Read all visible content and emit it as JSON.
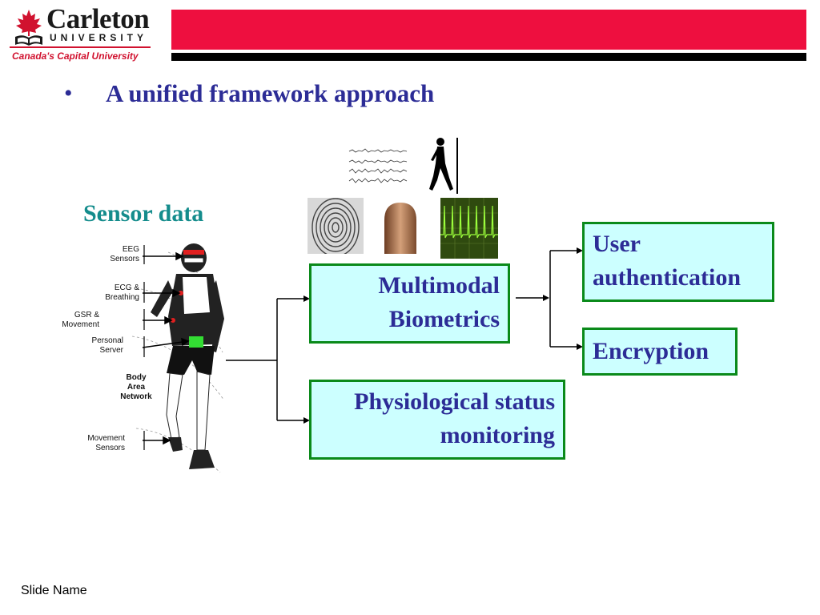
{
  "header": {
    "logo_name": "Carleton",
    "logo_university": "UNIVERSITY",
    "logo_tagline": "Canada's Capital University",
    "accent_color": "#ee0f3f"
  },
  "slide": {
    "bullet": "•",
    "title": "A unified framework approach",
    "sensor_label": "Sensor data"
  },
  "figure_labels": {
    "eeg": [
      "EEG",
      "Sensors"
    ],
    "ecg": [
      "ECG &",
      "Breathing"
    ],
    "gsr": [
      "GSR &",
      "Movement"
    ],
    "server": [
      "Personal",
      "Server"
    ],
    "ban": [
      "Body",
      "Area",
      "Network"
    ],
    "movement": [
      "Movement",
      "Sensors"
    ]
  },
  "boxes": {
    "multimodal": [
      "Multimodal",
      "Biometrics"
    ],
    "physiological": [
      "Physiological status",
      "monitoring"
    ],
    "authentication": [
      "User",
      "authentication"
    ],
    "encryption": "Encryption"
  },
  "footer": "Slide Name",
  "colors": {
    "title_blue": "#2c2c96",
    "box_border": "#0a8a1a",
    "box_fill": "#ccffff",
    "teal": "#148c8c"
  },
  "icons": [
    "maple-leaf-book-logo",
    "walking-person-icon",
    "fingerprint-icon",
    "fingertip-icon",
    "ecg-waveform-icon",
    "eeg-waveform-icon"
  ]
}
